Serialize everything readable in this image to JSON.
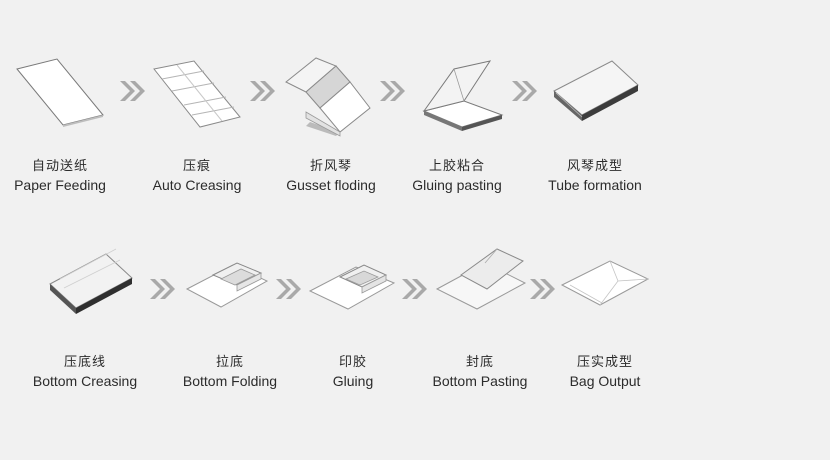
{
  "steps_row1": [
    {
      "zh": "自动送纸",
      "en": "Paper Feeding"
    },
    {
      "zh": "压痕",
      "en": "Auto Creasing"
    },
    {
      "zh": "折风琴",
      "en": "Gusset floding"
    },
    {
      "zh": "上胶粘合",
      "en": "Gluing pasting"
    },
    {
      "zh": "风琴成型",
      "en": "Tube formation"
    }
  ],
  "steps_row2": [
    {
      "zh": "压底线",
      "en": "Bottom Creasing"
    },
    {
      "zh": "拉底",
      "en": "Bottom Folding"
    },
    {
      "zh": "印胶",
      "en": "Gluing"
    },
    {
      "zh": "封底",
      "en": "Bottom Pasting"
    },
    {
      "zh": "压实成型",
      "en": "Bag Output"
    }
  ],
  "colors": {
    "arrow": "#a9a9a9",
    "background": "#f1f1f1",
    "text": "#2b2b2b"
  }
}
